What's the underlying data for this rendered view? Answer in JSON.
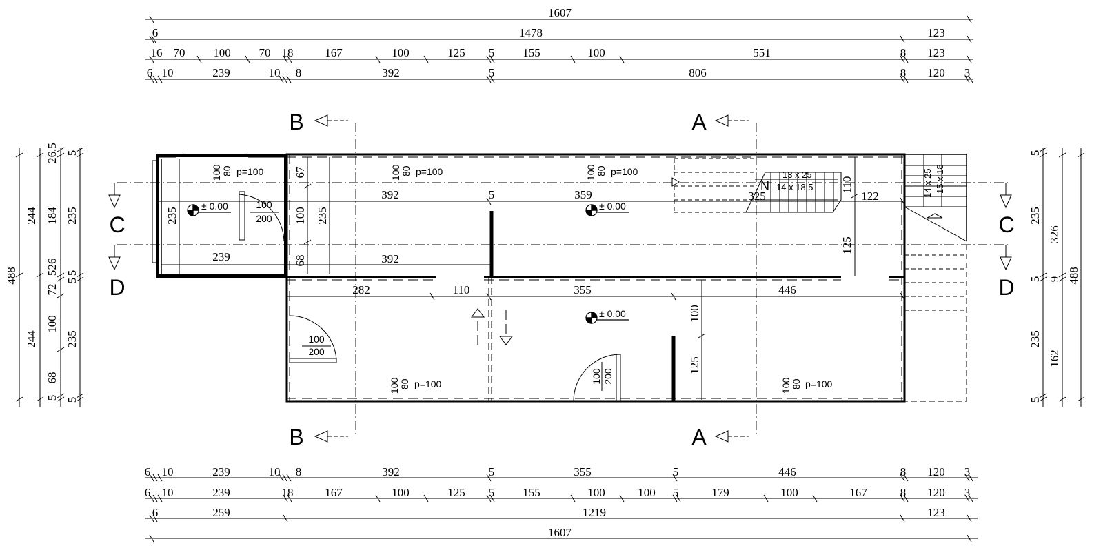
{
  "top_dims": {
    "row1": {
      "total": "1607"
    },
    "row2": {
      "a": "6",
      "b": "1478",
      "c": "123"
    },
    "row3": [
      "16",
      "70",
      "100",
      "70",
      "18",
      "167",
      "100",
      "125",
      "5",
      "155",
      "100",
      "551",
      "8",
      "123"
    ],
    "row4": [
      "6",
      "10",
      "239",
      "10",
      "8",
      "392",
      "5",
      "806",
      "8",
      "120",
      "3"
    ]
  },
  "bottom_dims": {
    "row1": [
      "6",
      "10",
      "239",
      "10",
      "8",
      "392",
      "5",
      "355",
      "5",
      "446",
      "8",
      "120",
      "3"
    ],
    "row2": [
      "6",
      "10",
      "239",
      "18",
      "167",
      "100",
      "125",
      "5",
      "155",
      "100",
      "100",
      "5",
      "179",
      "100",
      "167",
      "8",
      "120",
      "3"
    ],
    "row3": {
      "a": "6",
      "b": "259",
      "c": "1219",
      "d": "123"
    },
    "row4": {
      "total": "1607"
    }
  },
  "left_dims": {
    "col1": [
      "244",
      "488",
      "244"
    ],
    "col2": [
      "26.5",
      "184",
      "5",
      "26",
      "72",
      "100",
      "68",
      "5"
    ],
    "col3": [
      "5",
      "235",
      "5",
      "5",
      "235",
      "5"
    ]
  },
  "right_dims": {
    "col1": [
      "5",
      "235",
      "5",
      "235",
      "5"
    ],
    "col2": [
      "326",
      "9",
      "162"
    ],
    "col3": [
      "488"
    ]
  },
  "section_marks": {
    "a": "A",
    "b": "B",
    "c": "C",
    "d": "D"
  },
  "rooms": {
    "left_room": {
      "width": "239",
      "height": "235",
      "dim_bottom": "239",
      "level": "± 0.00"
    },
    "main_room": {
      "dim_392_a": "392",
      "dim_359": "359",
      "dim_392_b": "392",
      "dim_5": "5",
      "level": "± 0.00"
    },
    "lower_room": {
      "dim_282": "282",
      "dim_110": "110",
      "dim_355": "355",
      "dim_446": "446",
      "level": "± 0.00"
    },
    "inner_dims": {
      "v67": "67",
      "v100": "100",
      "v68": "68",
      "v235": "235",
      "v110": "110",
      "v125": "125",
      "h122": "122",
      "h325": "325",
      "v100_b": "100",
      "v125_b": "125"
    }
  },
  "windows": [
    {
      "h": "100",
      "s": "80",
      "label": "p=100"
    },
    {
      "h": "100",
      "s": "80",
      "label": "p=100"
    },
    {
      "h": "100",
      "s": "80",
      "label": "p=100"
    },
    {
      "h": "100",
      "s": "80",
      "label": "p=100"
    },
    {
      "h": "100",
      "s": "80",
      "label": "p=100"
    }
  ],
  "doors": [
    {
      "w": "100",
      "h": "200"
    },
    {
      "w": "100",
      "h": "200"
    },
    {
      "w": "100",
      "h": "200"
    }
  ],
  "stairs": {
    "run1": "13 x 25",
    "run2": "14 x 18.5",
    "run3": "14 x 25",
    "run4": "15 x 18",
    "north": "N"
  }
}
